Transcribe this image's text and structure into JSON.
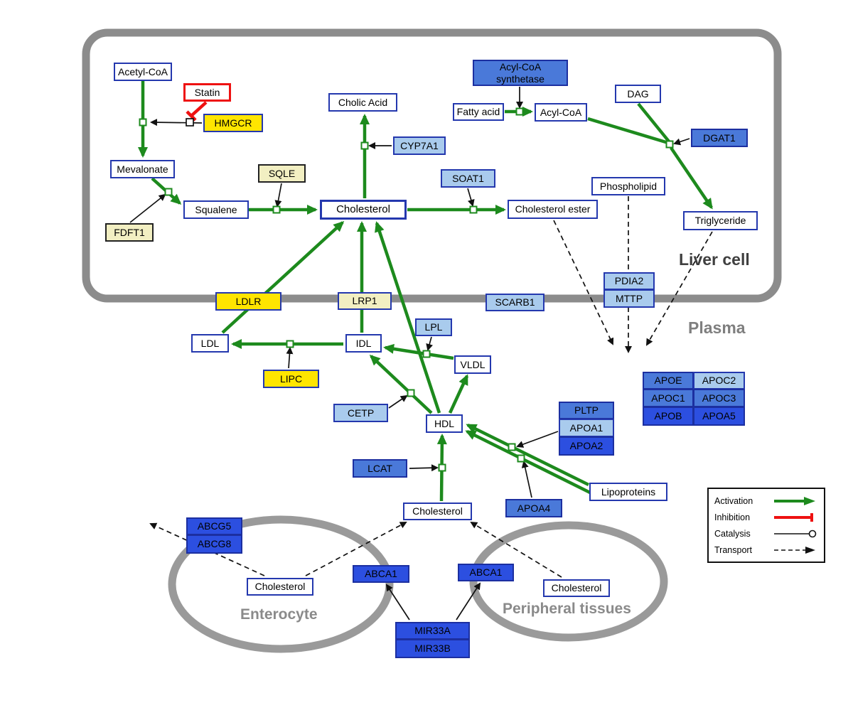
{
  "compartments": {
    "liver": "Liver cell",
    "plasma": "Plasma",
    "enterocyte": "Enterocyte",
    "peripheral": "Peripheral tissues"
  },
  "legend": {
    "activation": "Activation",
    "inhibition": "Inhibition",
    "catalysis": "Catalysis",
    "transport": "Transport"
  },
  "colors": {
    "activation_green": "#1d8a1d",
    "inhibition_red": "#ee1111",
    "membrane_gray": "#8e8e8e",
    "node_border_blue": "#2438ae",
    "gene_yellow": "#ffe500",
    "gene_pale_yellow": "#f2efc2",
    "gene_light_blue": "#a9cbed",
    "gene_medium_blue": "#4a79d9",
    "gene_dark_blue": "#2c4fe0"
  },
  "nodes": {
    "acetyl_coa": {
      "label": "Acetyl-CoA"
    },
    "statin": {
      "label": "Statin"
    },
    "hmgcr": {
      "label": "HMGCR"
    },
    "mevalonate": {
      "label": "Mevalonate"
    },
    "sqle": {
      "label": "SQLE"
    },
    "fdft1": {
      "label": "FDFT1"
    },
    "squalene": {
      "label": "Squalene"
    },
    "cholesterol_liver": {
      "label": "Cholesterol"
    },
    "cholic_acid": {
      "label": "Cholic Acid"
    },
    "cyp7a1": {
      "label": "CYP7A1"
    },
    "soat1": {
      "label": "SOAT1"
    },
    "cholesterol_ester": {
      "label": "Cholesterol ester"
    },
    "acyl_coa_synthetase": {
      "label": "Acyl-CoA synthetase"
    },
    "fatty_acid": {
      "label": "Fatty acid"
    },
    "acyl_coa": {
      "label": "Acyl-CoA"
    },
    "dag": {
      "label": "DAG"
    },
    "dgat1": {
      "label": "DGAT1"
    },
    "phospholipid": {
      "label": "Phospholipid"
    },
    "triglyceride": {
      "label": "Triglyceride"
    },
    "ldlr": {
      "label": "LDLR"
    },
    "lrp1": {
      "label": "LRP1"
    },
    "scarb1": {
      "label": "SCARB1"
    },
    "pdia2": {
      "label": "PDIA2"
    },
    "mttp": {
      "label": "MTTP"
    },
    "ldl": {
      "label": "LDL"
    },
    "idl": {
      "label": "IDL"
    },
    "lpl": {
      "label": "LPL"
    },
    "vldl": {
      "label": "VLDL"
    },
    "lipc": {
      "label": "LIPC"
    },
    "cetp": {
      "label": "CETP"
    },
    "hdl": {
      "label": "HDL"
    },
    "lcat": {
      "label": "LCAT"
    },
    "pltp": {
      "label": "PLTP"
    },
    "apoa1": {
      "label": "APOA1"
    },
    "apoa2": {
      "label": "APOA2"
    },
    "apoe": {
      "label": "APOE"
    },
    "apoc2": {
      "label": "APOC2"
    },
    "apoc1": {
      "label": "APOC1"
    },
    "apoc3": {
      "label": "APOC3"
    },
    "apob": {
      "label": "APOB"
    },
    "apoa5": {
      "label": "APOA5"
    },
    "apoa4": {
      "label": "APOA4"
    },
    "lipoproteins": {
      "label": "Lipoproteins"
    },
    "cholesterol_plasma": {
      "label": "Cholesterol"
    },
    "abcg5": {
      "label": "ABCG5"
    },
    "abcg8": {
      "label": "ABCG8"
    },
    "cholesterol_enterocyte": {
      "label": "Cholesterol"
    },
    "abca1_enterocyte": {
      "label": "ABCA1"
    },
    "abca1_peripheral": {
      "label": "ABCA1"
    },
    "cholesterol_peripheral": {
      "label": "Cholesterol"
    },
    "mir33a": {
      "label": "MIR33A"
    },
    "mir33b": {
      "label": "MIR33B"
    }
  }
}
